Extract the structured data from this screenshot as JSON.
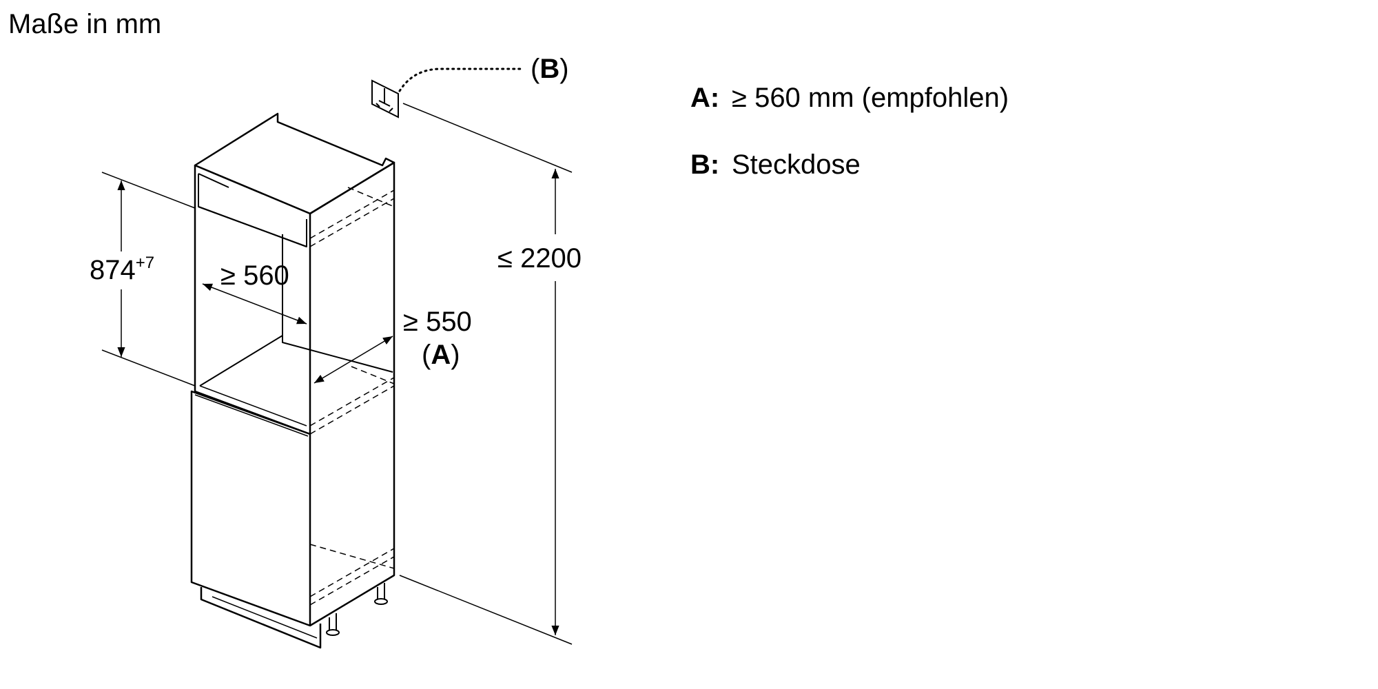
{
  "title": "Maße in mm",
  "diagram": {
    "niche_height": {
      "value": "874",
      "tolerance": "+7"
    },
    "niche_width": "≥ 560",
    "niche_depth": "≥ 550",
    "niche_depth_marker": "A",
    "total_height": "≤ 2200",
    "socket_marker": "B"
  },
  "legend": [
    {
      "key": "A:",
      "text": "≥ 560 mm (empfohlen)"
    },
    {
      "key": "B:",
      "text": "Steckdose"
    }
  ]
}
